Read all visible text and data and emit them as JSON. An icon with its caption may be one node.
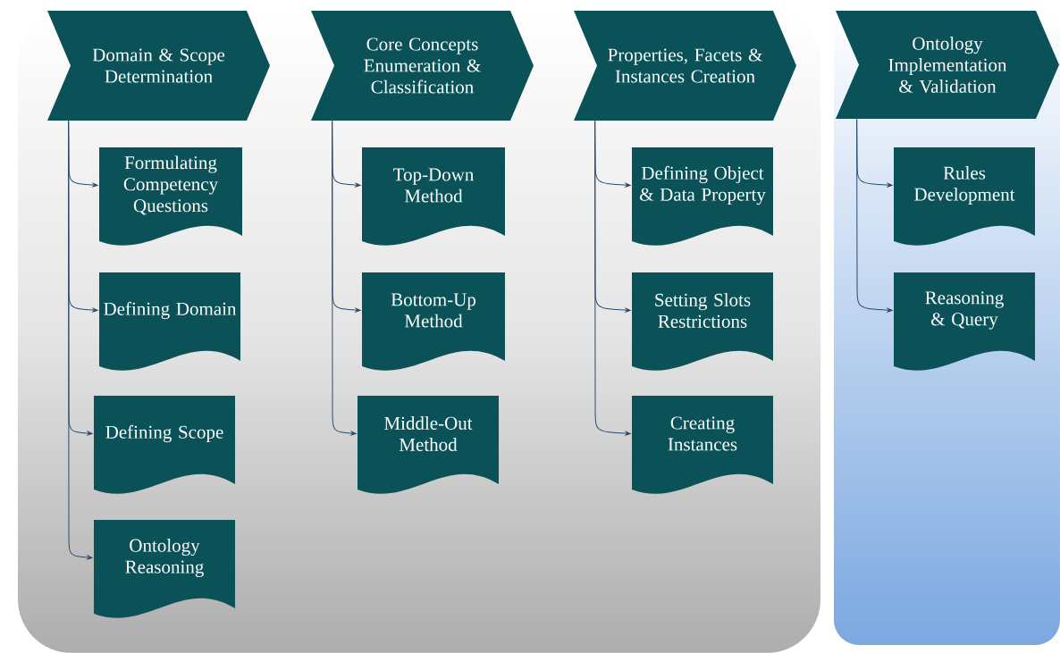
{
  "diagram": {
    "nodes": [
      {
        "text": [
          "Domain & Scope Determination"
        ]
      },
      {
        "text": [
          "Core Concepts Enumeration & Classification"
        ]
      },
      {
        "text": [
          "Properties, Facets & Instances  Creation"
        ]
      },
      {
        "text": [
          "Ontology Implementation & Validation"
        ]
      },
      {
        "text": [
          "Formulating Competency Questions"
        ]
      },
      {
        "text": [
          "Defining Domain"
        ]
      },
      {
        "text": [
          "Defining Scope"
        ]
      },
      {
        "text": [
          "Ontology Reasoning"
        ]
      },
      {
        "text": [
          "Top-Down Method"
        ]
      },
      {
        "text": [
          "Bottom-Up Method"
        ]
      },
      {
        "text": [
          "Middle-Out Method"
        ]
      },
      {
        "text": [
          "Defining Object & Data Property"
        ]
      },
      {
        "text": [
          "Setting Slots Restrictions"
        ]
      },
      {
        "text": [
          "Creating Instances"
        ]
      },
      {
        "text": [
          "Rules Development"
        ]
      },
      {
        "text": [
          "Reasoning & Query"
        ]
      }
    ],
    "edges": [
      {
        "from": 0,
        "to": 4,
        "arrow": "to"
      },
      {
        "from": 0,
        "to": 5,
        "arrow": "to"
      },
      {
        "from": 0,
        "to": 6,
        "arrow": "to"
      },
      {
        "from": 0,
        "to": 7,
        "arrow": "to"
      },
      {
        "from": 1,
        "to": 8,
        "arrow": "to"
      },
      {
        "from": 1,
        "to": 9,
        "arrow": "to"
      },
      {
        "from": 1,
        "to": 10,
        "arrow": "to"
      },
      {
        "from": 2,
        "to": 11,
        "arrow": "to"
      },
      {
        "from": 2,
        "to": 12,
        "arrow": "to"
      },
      {
        "from": 2,
        "to": 13,
        "arrow": "to"
      },
      {
        "from": 3,
        "to": 14,
        "arrow": "to"
      },
      {
        "from": 3,
        "to": 15,
        "arrow": "to"
      }
    ]
  }
}
